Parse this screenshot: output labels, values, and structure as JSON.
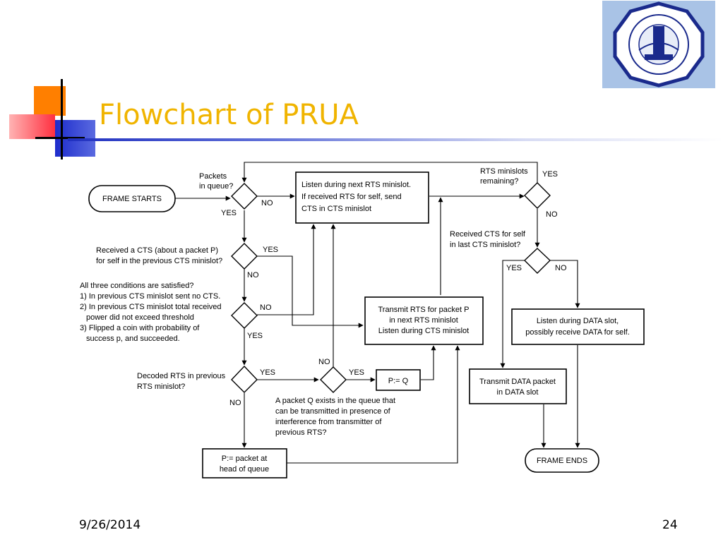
{
  "slide": {
    "title": "Flowchart of PRUA",
    "date": "9/26/2014",
    "page_number": "24"
  },
  "logo": {
    "icon": "university-seal-icon"
  },
  "flowchart": {
    "frame_starts": "FRAME STARTS",
    "frame_ends": "FRAME ENDS",
    "q_packets": [
      "Packets",
      "in queue?"
    ],
    "listen_rts": [
      "Listen during next RTS minislot.",
      "If received RTS for self, send",
      "CTS in CTS minislot"
    ],
    "q_rts_remaining": [
      "RTS minislots",
      "remaining?"
    ],
    "q_received_cts_packet": [
      "Received a CTS (about a packet P)",
      "for self in the previous CTS minislot?"
    ],
    "q_three_conditions": [
      "All three conditions are satisfied?",
      "1) In previous CTS minislot sent no CTS.",
      "2) In previous CTS minislot total received",
      "power did not exceed threshold",
      "3) Flipped a coin with probability of",
      "success p, and succeeded."
    ],
    "q_decoded_rts": [
      "Decoded RTS in previous",
      "RTS minislot?"
    ],
    "q_packet_q_exists": [
      "A packet Q exists      in the queue that",
      "can be transmitted in presence of",
      "interference from transmitter of",
      "previous RTS?"
    ],
    "assign_pq": "P:= Q",
    "assign_p_head": [
      "P:= packet at",
      "head of queue"
    ],
    "transmit_rts": [
      "Transmit RTS for packet P",
      "in next RTS minislot",
      "Listen during CTS minislot"
    ],
    "q_received_cts_self": [
      "Received CTS for self",
      "in last CTS minislot?"
    ],
    "listen_data": [
      "Listen during DATA slot,",
      "possibly receive DATA for self."
    ],
    "transmit_data": [
      "Transmit DATA packet",
      "in DATA slot"
    ],
    "labels": {
      "yes": "YES",
      "no": "NO"
    }
  }
}
